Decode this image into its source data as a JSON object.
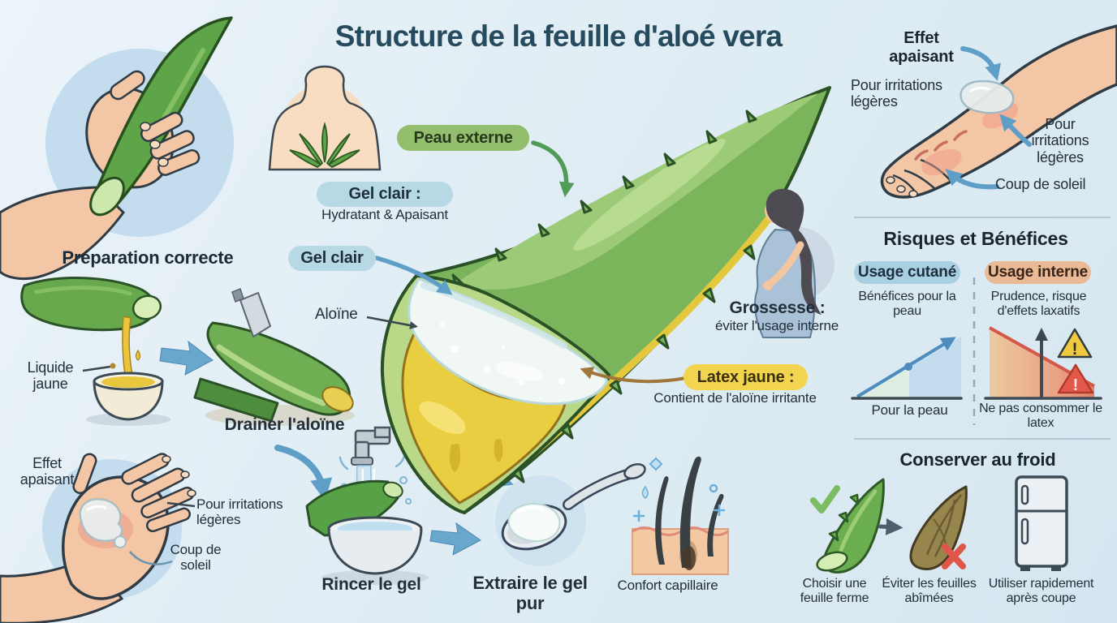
{
  "title": "Structure de la feuille d'aloé vera",
  "palette": {
    "background": "#e0edf4",
    "title_text": "#274b5e",
    "body_text": "#222f3a",
    "green_pill": "#93be6d",
    "blue_pill": "#b7d8e5",
    "yellow_pill": "#f2d44f",
    "cutaneous_pill": "#a9cfe3",
    "internal_pill": "#e9ba95",
    "arrow_blue": "#5f9fc7",
    "arrow_green": "#4f9b57",
    "leaf_green": "#7ab45b",
    "latex_yellow": "#eace42",
    "warning_yellow": "#f1c93f",
    "warning_red": "#e2584a"
  },
  "anatomy": {
    "outer_skin_label": "Peau externe",
    "gel_label_title": "Gel clair :",
    "gel_label_subtitle": "Hydratant & Apaisant",
    "gel_pill": "Gel clair",
    "aloin_label": "Aloïne",
    "latex_label_title": "Latex jaune :",
    "latex_label_subtitle": "Contient de l'aloïne irritante"
  },
  "preparation": {
    "heading": "Préparation correcte",
    "yellow_liquid_label": "Liquide jaune",
    "step_drain": "Drainer l'aloïne",
    "step_rinse": "Rincer le gel",
    "step_extract": "Extraire le gel pur"
  },
  "soothing_arm": {
    "heading": "Effet apaisant",
    "mild_irritations_left": "Pour irritations légères",
    "mild_irritations_right": "Pour irritations légères",
    "sunburn": "Coup de soleil"
  },
  "soothing_hand": {
    "heading": "Effet apaisant",
    "mild_irritations": "Pour irritations légères",
    "sunburn": "Coup de soleil"
  },
  "pregnancy": {
    "title": "Grossesse :",
    "subtitle": "éviter l'usage interne"
  },
  "risks_benefits": {
    "heading": "Risques et Bénéfices",
    "warning_glyph": "!",
    "cutaneous": {
      "pill": "Usage cutané",
      "description": "Bénéfices pour la peau",
      "caption": "Pour la peau"
    },
    "internal": {
      "pill": "Usage interne",
      "description": "Prudence, risque d'effets laxatifs",
      "caption": "Ne pas consommer le latex"
    }
  },
  "storage": {
    "heading": "Conserver au froid",
    "firm_leaf": "Choisir une feuille ferme",
    "damaged_leaves": "Éviter les feuilles abîmées",
    "use_quickly": "Utiliser rapidement après coupe"
  },
  "hair_comfort": {
    "caption": "Confort capillaire"
  }
}
